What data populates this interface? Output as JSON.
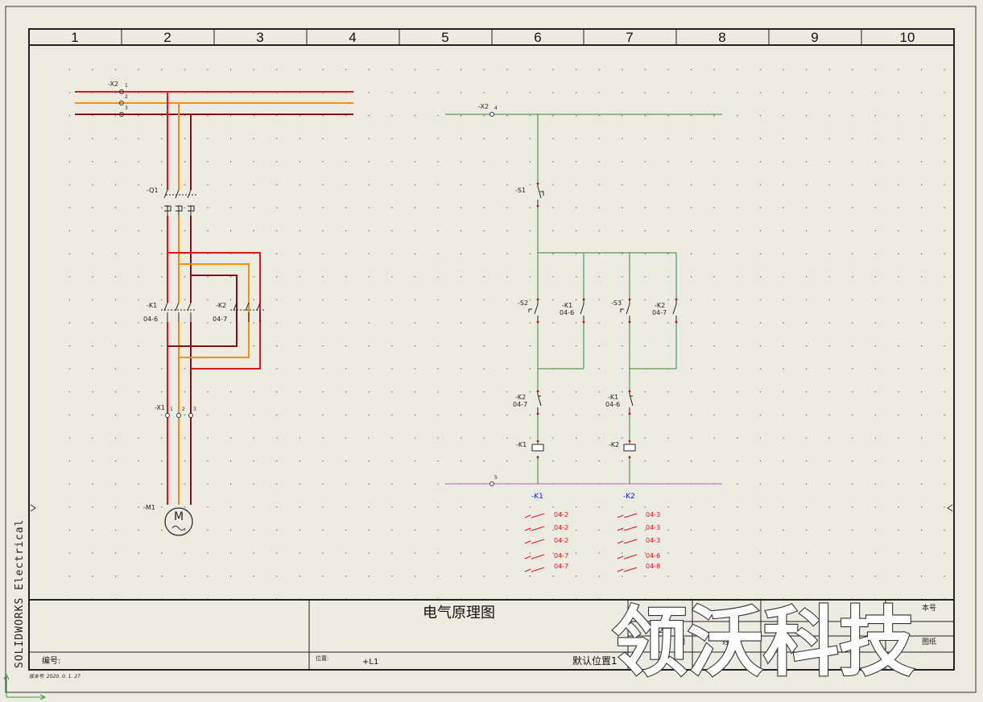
{
  "sheet": {
    "columns": [
      "1",
      "2",
      "3",
      "4",
      "5",
      "6",
      "7",
      "8",
      "9",
      "10"
    ],
    "side_text": "SOLIDWORKS Electrical"
  },
  "power": {
    "bus_tag": "-X2",
    "bus_pins": [
      "1",
      "2",
      "3"
    ],
    "breaker_tag": "-Q1",
    "k1_tag": "-K1",
    "k1_ref": "04-6",
    "k2_tag": "-K2",
    "k2_ref": "04-7",
    "terminal_tag": "-X1",
    "terminal_pins": [
      "1",
      "2",
      "3"
    ],
    "motor_tag": "-M1",
    "motor_symbol": "M"
  },
  "control": {
    "top_terminal": "-X2",
    "top_pin": "4",
    "stop_button": "-S1",
    "start1_button": "-S2",
    "start2_button": "-S3",
    "hold1_tag": "-K1",
    "hold1_ref": "04-6",
    "hold2_tag": "-K2",
    "hold2_ref": "04-7",
    "interlock1_tag": "-K2",
    "interlock1_ref": "04-7",
    "interlock2_tag": "-K1",
    "interlock2_ref": "04-6",
    "coil1_tag": "-K1",
    "coil2_tag": "-K2",
    "bottom_pin": "5",
    "xref1_title": "-K1",
    "xref2_title": "-K2",
    "xref1": [
      "04-2",
      "04-2",
      "04-2",
      "04-7",
      "04-7"
    ],
    "xref2": [
      "04-3",
      "04-3",
      "04-3",
      "04-6",
      "04-8"
    ]
  },
  "titleblock": {
    "title": "电气原理图",
    "number_label": "编号:",
    "position_label": "位置:",
    "position_value": "+L1",
    "location_value": "默认位置1",
    "version_note": "版本号: 2020. 0. 1. 27",
    "cell_date": "20",
    "cell_desc": "明",
    "cell_name": "姓名",
    "cell_sheet": "本号",
    "cell_edition": "版",
    "cell_figure": "图纸"
  },
  "watermark": "领沃科技",
  "colors": {
    "phase_l1": "#e8101c",
    "phase_l2": "#ff8c00",
    "phase_l3": "#8b0f12",
    "control_live": "#2f8a2f",
    "control_neutral": "#d24ad2",
    "xref": "#e8101c",
    "coil_label": "#1020e0"
  }
}
